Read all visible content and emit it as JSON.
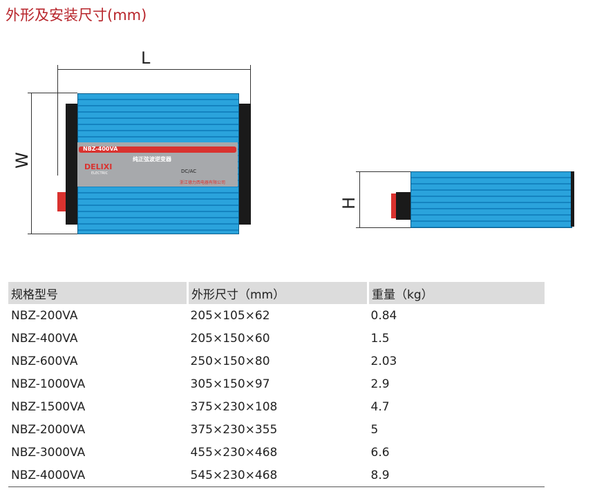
{
  "title": "外形及安装尺寸(mm)",
  "drawing": {
    "L": "L",
    "W": "W",
    "H": "H",
    "model_label": "NBZ-400VA",
    "product_name": "纯正弦波逆变器",
    "brand": "DELIXI",
    "brand_sub": "ELECTRIC",
    "marks": "DC/AC",
    "company": "浙江德力西电器有限公司"
  },
  "table": {
    "headers": [
      "规格型号",
      "外形尺寸（mm）",
      "重量（kg）"
    ],
    "rows": [
      [
        "NBZ-200VA",
        "205×105×62",
        "0.84"
      ],
      [
        "NBZ-400VA",
        "205×150×60",
        "1.5"
      ],
      [
        "NBZ-600VA",
        "250×150×80",
        "2.03"
      ],
      [
        "NBZ-1000VA",
        "305×150×97",
        "2.9"
      ],
      [
        "NBZ-1500VA",
        "375×230×108",
        "4.7"
      ],
      [
        "NBZ-2000VA",
        "375×230×355",
        "5"
      ],
      [
        "NBZ-3000VA",
        "455×230×468",
        "6.6"
      ],
      [
        "NBZ-4000VA",
        "545×230×468",
        "8.9"
      ]
    ]
  }
}
